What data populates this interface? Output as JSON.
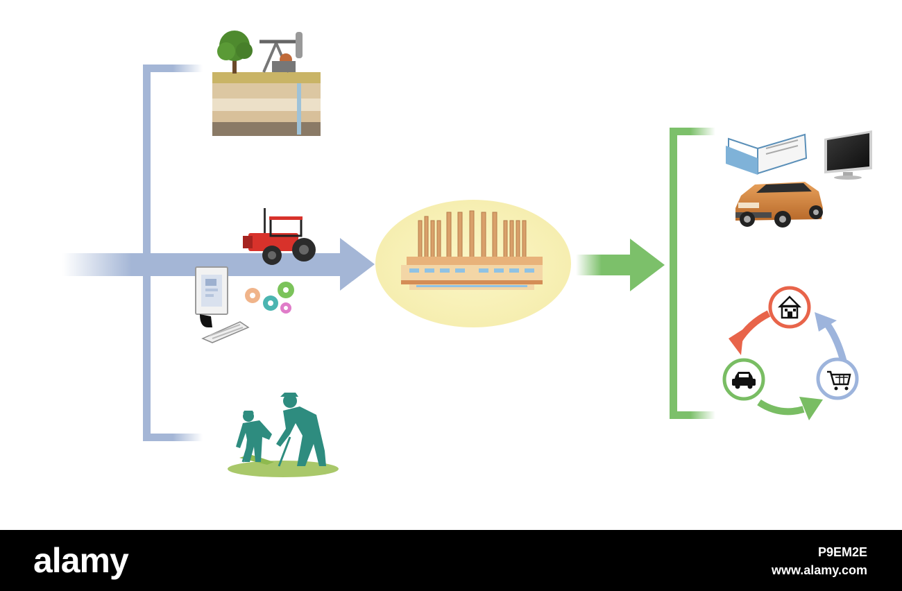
{
  "colors": {
    "input_line": "#a4b6d6",
    "output_line": "#7cc06a",
    "factory_glow": "#f9f3bf",
    "tractor_red": "#d8322b",
    "worker_teal": "#2e8c7f",
    "footer_bg": "#000000",
    "arrow_red": "#e8644a",
    "arrow_blue": "#9db4dc",
    "arrow_green": "#79bd63"
  },
  "inputs": [
    {
      "name": "land-oil-resources",
      "icon": "oil-pump-land-icon"
    },
    {
      "name": "capital-machinery",
      "icon": "tractor-icon"
    },
    {
      "name": "technology-knowhow",
      "icon": "computer-gears-icon"
    },
    {
      "name": "labour",
      "icon": "workers-icon"
    }
  ],
  "center": {
    "icon": "factory-icon"
  },
  "outputs": [
    {
      "name": "consumer-goods",
      "icons": [
        "book-icon",
        "monitor-icon",
        "car-icon"
      ]
    },
    {
      "name": "economic-cycle",
      "icons": [
        "house-icon",
        "shopping-cart-icon",
        "car-icon"
      ]
    }
  ],
  "footer": {
    "brand": "alamy",
    "image_id": "P9EM2E",
    "url": "www.alamy.com"
  }
}
